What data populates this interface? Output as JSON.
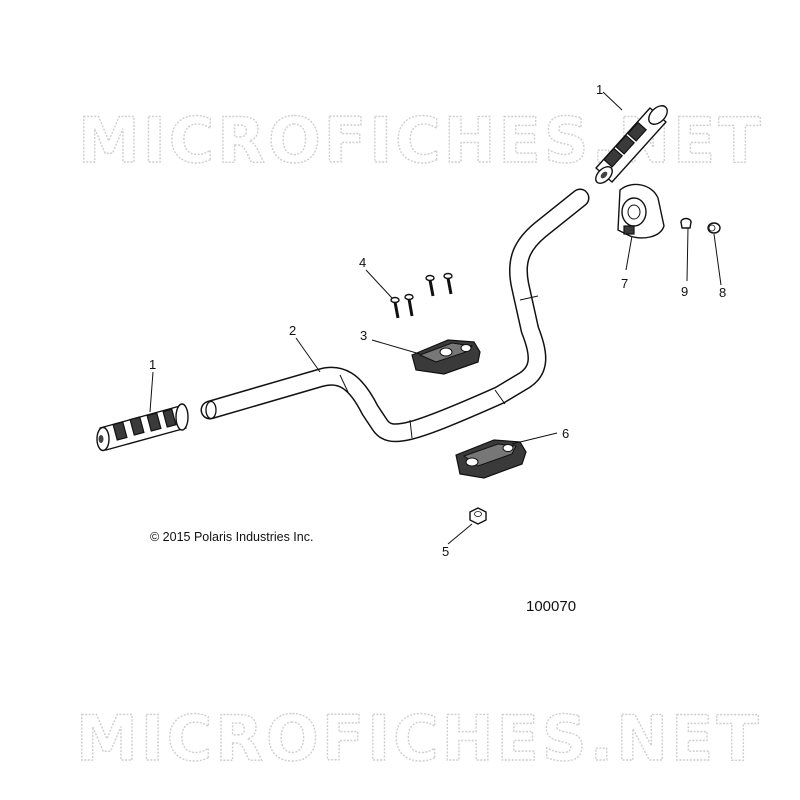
{
  "watermark": {
    "top": "MICROFICHES.NET",
    "bottom": "MICROFICHES.NET"
  },
  "copyright": "© 2015 Polaris Industries Inc.",
  "figure_number": "100070",
  "callouts": {
    "grip_right": "1",
    "grip_left": "1",
    "handlebar": "2",
    "clamp_top": "3",
    "bolt": "4",
    "nut": "5",
    "clamp_base": "6",
    "throttle_housing": "7",
    "screw": "9",
    "cap": "8"
  }
}
